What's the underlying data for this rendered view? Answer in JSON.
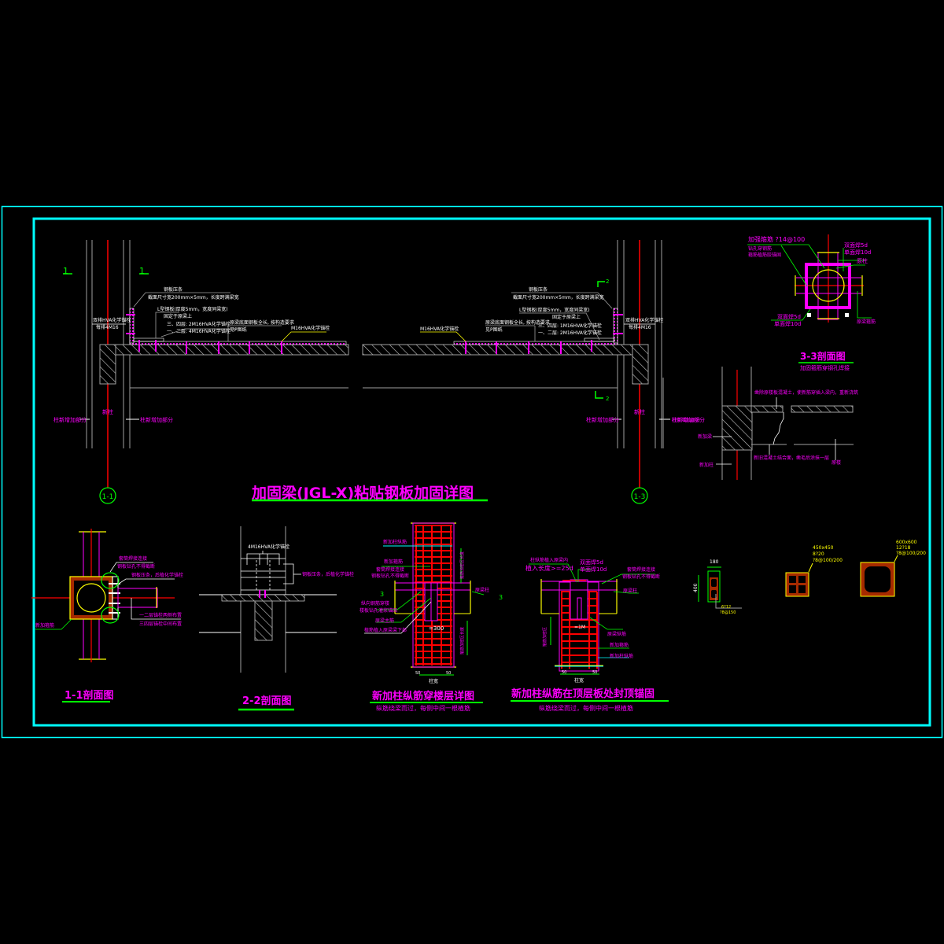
{
  "drawing": {
    "main_title": "加固梁(JGL-X)粘贴钢板加固详图",
    "colors": {
      "background": "#000000",
      "frame": "#00ffff",
      "title_text": "#ff00ff",
      "underline": "#00ff00",
      "column_axis": "#ff0000",
      "concrete_outline": "#a0a0a0",
      "rebar": "#ff0000",
      "steel_plate": "#ff00ff",
      "dimension": "#00ff00",
      "leader": "#ffff00",
      "section_fill": "#a52a00"
    },
    "beam_elevation": {
      "section_marks_left": [
        "1",
        "1"
      ],
      "section_mark_right": "2",
      "axis_labels": [
        "1-1",
        "1-3"
      ],
      "left_notes": {
        "top_plate_title": "钢板压条",
        "top_plate_desc": "截面尺寸宽200mm×5mm，长度跨满梁宽",
        "angle_title": "L型钢板(厚度5mm，宽度同梁宽)",
        "angle_desc": "固定于原梁上",
        "row3": "三、四层: 2M16HVA化学锚栓",
        "row12": "一、二层: 4M16HVA化学锚栓",
        "plate_note_1": "原梁底面钢板全长, 按构造要求",
        "plate_note_2": "见P图纸",
        "anchor_note": "M16HVA化学锚栓",
        "side_anchor_1": "双排HVA化学锚栓",
        "side_anchor_2": "每排4M16",
        "col_left": "柱新增加部分",
        "col_mid": "新柱",
        "col_right": "柱新增加部分"
      },
      "right_notes": {
        "top_plate_title": "钢板压条",
        "top_plate_desc": "截面尺寸宽200mm×5mm，长度跨满梁宽",
        "angle_title": "L型钢板(厚度5mm，宽度同梁宽)",
        "angle_desc": "固定于原梁上",
        "row3": "三、四层: 1M16HVA化学锚栓",
        "row12": "一、二层: 2M16HVA化学锚栓",
        "plate_note_1": "原梁底面钢板全长, 按构造要求",
        "plate_note_2": "见P图纸",
        "anchor_note": "M16HVA化学锚栓",
        "side_anchor_1": "双排HVA化学锚栓",
        "side_anchor_2": "每排4M16",
        "col_left": "柱新增加部分",
        "col_mid": "新柱",
        "col_right": "柱新增加部分"
      }
    },
    "section_3_3": {
      "title": "3-3剖面图",
      "subtitle": "加固箍筋穿钢孔焊接",
      "note_tie": "加强箍筋 ?14@100",
      "note_hole_1": "钻孔穿钢筋",
      "note_hole_2": "箍筋植筋胶锚固",
      "weld_double_1": "双面焊5d",
      "weld_single_1": "单面焊10d",
      "weld_double_2": "双面焊5d",
      "weld_single_2": "单面焊10d",
      "orig_col": "原柱",
      "orig_beam": "原梁箍筋"
    },
    "slab_detail": {
      "note_top": "凿除原楼板混凝土，使新筋穿插入梁内，重新浇筑",
      "note_bottom": "新旧混凝土结合面，凿毛后涂抹一层",
      "col_add": "柱新增加部分",
      "new_beam": "新加梁",
      "new_col": "新加柱",
      "orig_slab": "原楼"
    },
    "section_1_1": {
      "title": "1-1剖面图",
      "note_1": "套筒焊接连接",
      "note_2": "钢板钻孔不得截断",
      "note_3": "钢板压条，后植化学锚栓",
      "note_4": "一二层锚栓两侧布置",
      "note_5": "三四层锚栓中间布置",
      "note_6": "新加箍筋"
    },
    "section_2_2": {
      "title": "2-2剖面图",
      "anchor_note": "4M16HVA化学锚栓",
      "plate_note": "钢板压条，后植化学锚栓"
    },
    "column_through_floor": {
      "title": "新加柱纵筋穿楼层详图",
      "subtitle": "纵筋绕梁而过，每侧中间一根植筋",
      "notes": [
        "新加柱纵筋",
        "新加箍筋",
        "套筒焊接连接",
        "钢板钻孔不得截断",
        "纵向钢筋穿楼",
        "楼板钻孔灌浆锚固",
        "原梁主筋",
        "植筋植入原梁梁下部",
        "原梁柱",
        "箍筋加密区长度",
        "箍筋加密区长度"
      ],
      "marks": [
        "3",
        "3"
      ],
      "dim_center": "=300",
      "dim_bottom_left": "50",
      "dim_bottom_right": "50",
      "dim_bottom_total": "柱宽"
    },
    "column_top_anchor": {
      "title": "新加柱纵筋在顶层板处封顶锚固",
      "subtitle": "纵筋绕梁而过，每侧中间一根植筋",
      "notes": [
        "柱纵筋植入原梁内",
        "植入长度>=25d",
        "双面焊5d",
        "单面焊10d",
        "套筒焊接连接",
        "钢板钻孔不得截断",
        "原梁柱",
        "箍筋加密区",
        "原梁纵筋",
        "新加箍筋",
        "新加柱纵筋"
      ],
      "dim_center": "=1M",
      "dim_bottom_left": "50",
      "dim_bottom_right": "50",
      "dim_bottom_total": "柱宽"
    },
    "small_sections": [
      {
        "width_dim": "180",
        "height_dim": "400",
        "label_1": "6?12",
        "label_2": "?8@150"
      },
      {
        "label_1": "450x450",
        "label_2": "8?20",
        "label_3": "?8@100/200"
      },
      {
        "label_1": "600x600",
        "label_2": "12?18",
        "label_3": "?8@100/200"
      }
    ]
  }
}
